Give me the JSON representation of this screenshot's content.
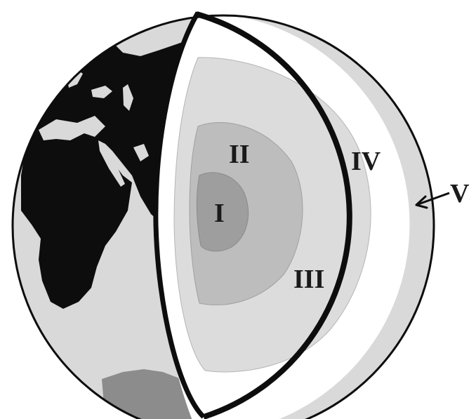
{
  "diagram": {
    "layers": [
      {
        "id": "inner-core",
        "label": "I",
        "color": "#9e9e9e"
      },
      {
        "id": "outer-core",
        "label": "II",
        "color": "#bdbdbd"
      },
      {
        "id": "lower-mantle",
        "label": "III",
        "color": "#dcdcdc"
      },
      {
        "id": "upper-mantle",
        "label": "IV",
        "color": "#ffffff"
      },
      {
        "id": "crust",
        "label": "V",
        "color": "#111111"
      }
    ],
    "colors": {
      "ocean": "#d9d9d9",
      "land": "#0d0d0d",
      "antarctica": "#8c8c8c",
      "outline": "#0d0d0d"
    }
  }
}
